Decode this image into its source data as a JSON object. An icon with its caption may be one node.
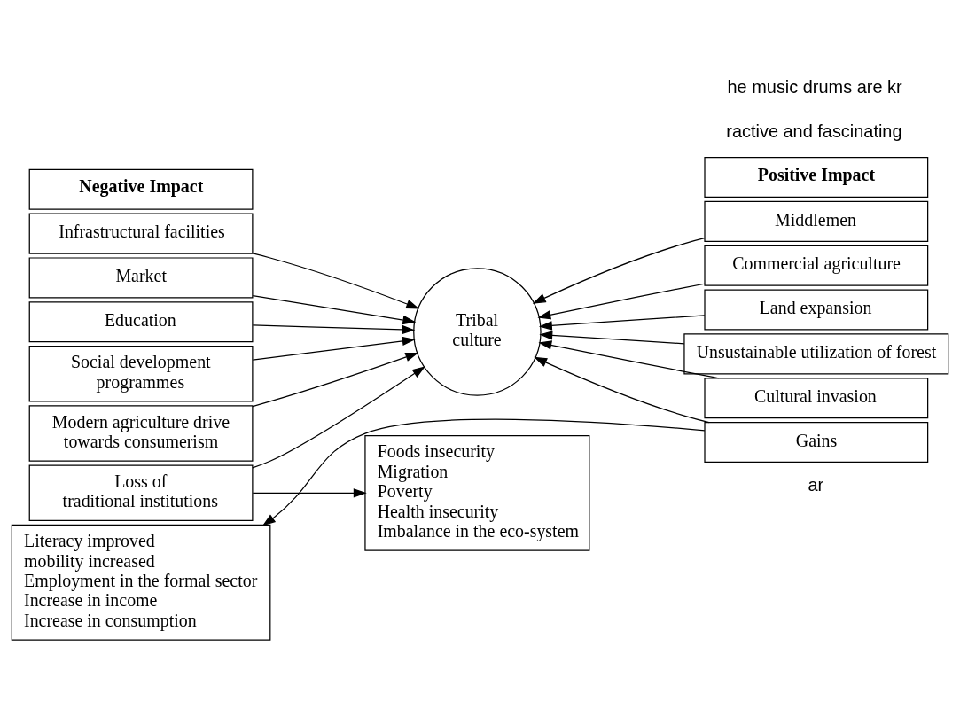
{
  "diagram": {
    "nodes": [
      {
        "text": [
          "Negative Impact"
        ]
      },
      {
        "text": [
          "Infrastructural facilities"
        ]
      },
      {
        "text": [
          "Market"
        ]
      },
      {
        "text": [
          "Education"
        ]
      },
      {
        "text": [
          "Social development programmes"
        ]
      },
      {
        "text": [
          "Modern agriculture drive towards consumerism"
        ]
      },
      {
        "text": [
          "Loss of traditional institutions"
        ]
      },
      {
        "text": [
          "Positive Impact"
        ]
      },
      {
        "text": [
          "Middlemen"
        ]
      },
      {
        "text": [
          "Commercial agriculture"
        ]
      },
      {
        "text": [
          "Land expansion"
        ]
      },
      {
        "text": [
          "Unsustainable utilization of forest"
        ]
      },
      {
        "text": [
          "Cultural invasion"
        ]
      },
      {
        "text": [
          "Gains"
        ]
      },
      {
        "text": [
          "Tribal culture"
        ]
      },
      {
        "text": [
          "Foods insecurity",
          "Migration",
          "Poverty",
          "Health insecurity",
          "Imbalance in the eco-system"
        ]
      },
      {
        "text": [
          "Literacy improved",
          "mobility increased",
          "Employment in the formal sector",
          "Increase in income",
          "Increase in consumption"
        ]
      }
    ],
    "edges": [
      {
        "from": 1,
        "to": 14,
        "arrow": "to"
      },
      {
        "from": 2,
        "to": 14,
        "arrow": "to"
      },
      {
        "from": 3,
        "to": 14,
        "arrow": "to"
      },
      {
        "from": 4,
        "to": 14,
        "arrow": "to"
      },
      {
        "from": 5,
        "to": 14,
        "arrow": "to"
      },
      {
        "from": 6,
        "to": 14,
        "arrow": "to"
      },
      {
        "from": 6,
        "to": 15,
        "arrow": "to"
      },
      {
        "from": 8,
        "to": 14,
        "arrow": "to"
      },
      {
        "from": 9,
        "to": 14,
        "arrow": "to"
      },
      {
        "from": 10,
        "to": 14,
        "arrow": "to"
      },
      {
        "from": 11,
        "to": 14,
        "arrow": "to"
      },
      {
        "from": 12,
        "to": 14,
        "arrow": "to"
      },
      {
        "from": 13,
        "to": 14,
        "arrow": "to"
      },
      {
        "from": 13,
        "to": 16,
        "arrow": "to"
      }
    ],
    "labels": [
      "ar",
      "ractive and fascinating",
      "he music drums are kr"
    ]
  }
}
